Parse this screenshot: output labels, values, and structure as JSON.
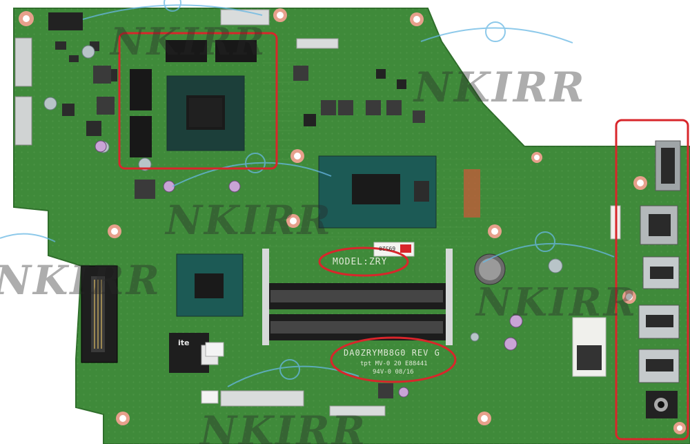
{
  "board": {
    "model_label": "MODEL:ZRY",
    "part_number": "DA0ZRYMB8G0 REV G",
    "fab_code": "tpt MV-0 20 E88441",
    "ul_code": "94V-0  08/16",
    "sticker_code": "69520",
    "controller_chip": "ite"
  },
  "watermark": {
    "text": "NKIRR"
  },
  "colors": {
    "pcb": "#3f8a3a",
    "pcb_light": "#4e9a45",
    "trace": "#5aa84f",
    "chip": "#1c3f3a",
    "die": "#1a1a1a",
    "highlight": "#d8262b",
    "mount_pad": "#e7a08c",
    "silver": "#c8ccce"
  }
}
